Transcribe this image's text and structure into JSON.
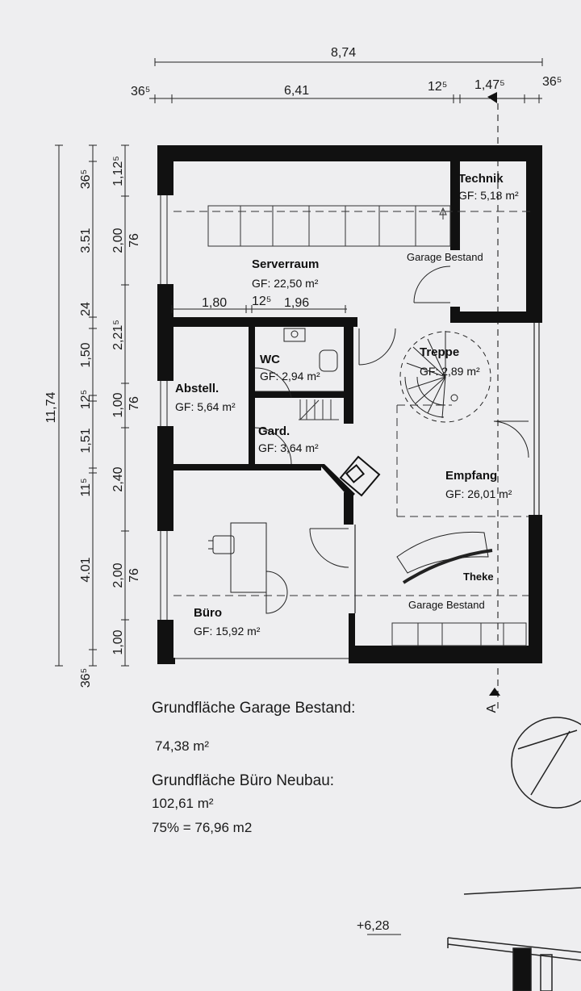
{
  "dimensions": {
    "top_total": "8,74",
    "top_left_wall": "36⁵",
    "top_main": "6,41",
    "top_mid_wall": "12⁵",
    "top_right_span": "1,47⁵",
    "top_right_wall": "36⁵",
    "left_total": "11,74",
    "left_outer": [
      "36⁵",
      "3.51",
      "24",
      "1,50",
      "12⁵",
      "1,51",
      "11⁵",
      "4.01",
      "36⁵"
    ],
    "left_inner": [
      "1,12⁵",
      "2,00",
      "2,21⁵",
      "1,00",
      "2,40",
      "2,00",
      "1,00"
    ],
    "left_inner_small": [
      "76",
      "76",
      "76"
    ],
    "inner_row": [
      "1,80",
      "12⁵",
      "1,96"
    ],
    "bottom_level": "+6,28",
    "section_mark": "A"
  },
  "rooms": [
    {
      "name": "Technik",
      "area": "GF: 5,18 m²"
    },
    {
      "name": "Serverraum",
      "area": "GF: 22,50 m²"
    },
    {
      "name": "WC",
      "area": "GF: 2,94 m²"
    },
    {
      "name": "Treppe",
      "area": "GF: 2,89 m²"
    },
    {
      "name": "Abstell.",
      "area": "GF: 5,64 m²"
    },
    {
      "name": "Gard.",
      "area": "GF: 3,64 m²"
    },
    {
      "name": "Empfang",
      "area": "GF: 26,01 m²"
    },
    {
      "name": "Büro",
      "area": "GF: 15,92 m²"
    }
  ],
  "labels": {
    "garage_top": "Garage Bestand",
    "garage_bottom": "Garage Bestand",
    "theke": "Theke"
  },
  "summary": {
    "garage_heading": "Grundfläche Garage Bestand:",
    "garage_value": "74,38 m²",
    "buero_heading": "Grundfläche Büro Neubau:",
    "buero_value": "102,61 m²",
    "ratio": "75% = 76,96 m2"
  }
}
